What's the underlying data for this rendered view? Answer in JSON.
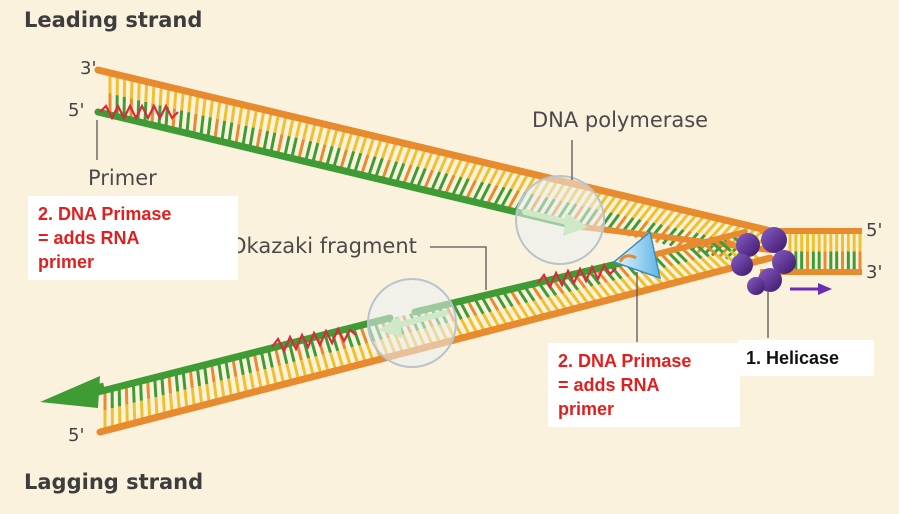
{
  "labels": {
    "leading_strand": "Leading strand",
    "lagging_strand": "Lagging strand",
    "leading_3prime": "3'",
    "leading_5prime": "5'",
    "right_5prime": "5'",
    "right_3prime": "3'",
    "lagging_5prime": "5'",
    "primer": "Primer",
    "dna_polymerase": "DNA polymerase",
    "okazaki_fragment": "Okazaki fragment"
  },
  "callouts": {
    "primase_left": [
      "2. DNA Primase",
      "= adds RNA",
      "primer"
    ],
    "primase_right": [
      "2. DNA Primase",
      "= adds RNA",
      "primer"
    ],
    "helicase": "1. Helicase"
  },
  "colors": {
    "background": "#fbf2de",
    "backbone": "#e88a2e",
    "base_yellow": "#f2c02c",
    "new_strand": "#3f9c35",
    "primer_rna": "#d62c3a",
    "helicase": "#5b2d8e",
    "annotation_red": "#e0201e"
  }
}
